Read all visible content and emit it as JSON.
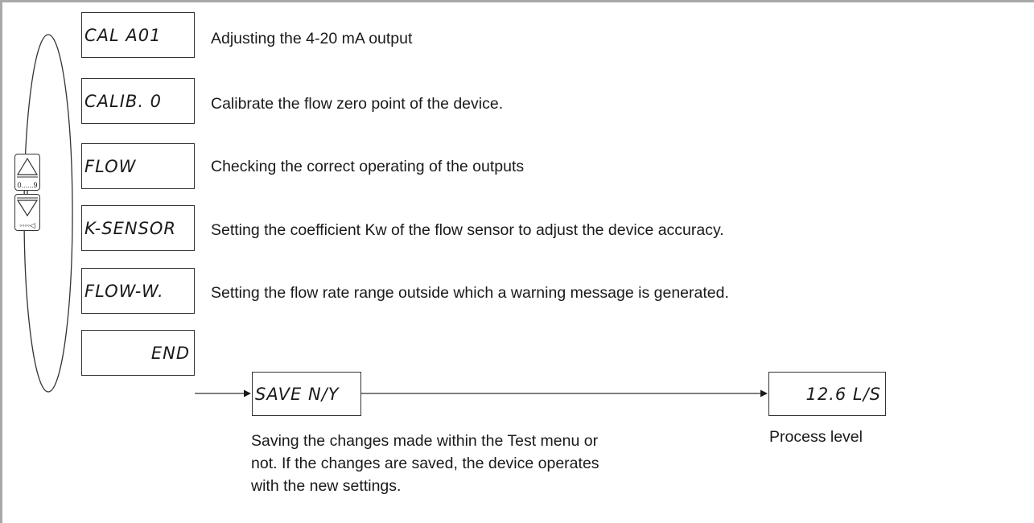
{
  "keys": {
    "up_label": "0......9",
    "down_label": "◦◦◦◦◁"
  },
  "menu": [
    {
      "display": "CAL A01",
      "description": "Adjusting the 4-20 mA output"
    },
    {
      "display": "CALIB. 0",
      "description": "Calibrate the flow zero point of the device."
    },
    {
      "display": "FLOW",
      "description": "Checking the correct operating of the outputs"
    },
    {
      "display": "K-SENSOR",
      "description": "Setting the coefficient Kw of the flow sensor to adjust the device accuracy."
    },
    {
      "display": "FLOW-W.",
      "description": "Setting the flow rate range outside which a warning message is generated."
    }
  ],
  "end_display": "END",
  "save": {
    "display": "SAVE N/Y",
    "note_lines": [
      "Saving the changes made within the Test menu or",
      "not. If the changes are saved, the device operates",
      "with the new settings."
    ]
  },
  "process": {
    "display": "12.6 L/S",
    "caption": "Process level"
  }
}
